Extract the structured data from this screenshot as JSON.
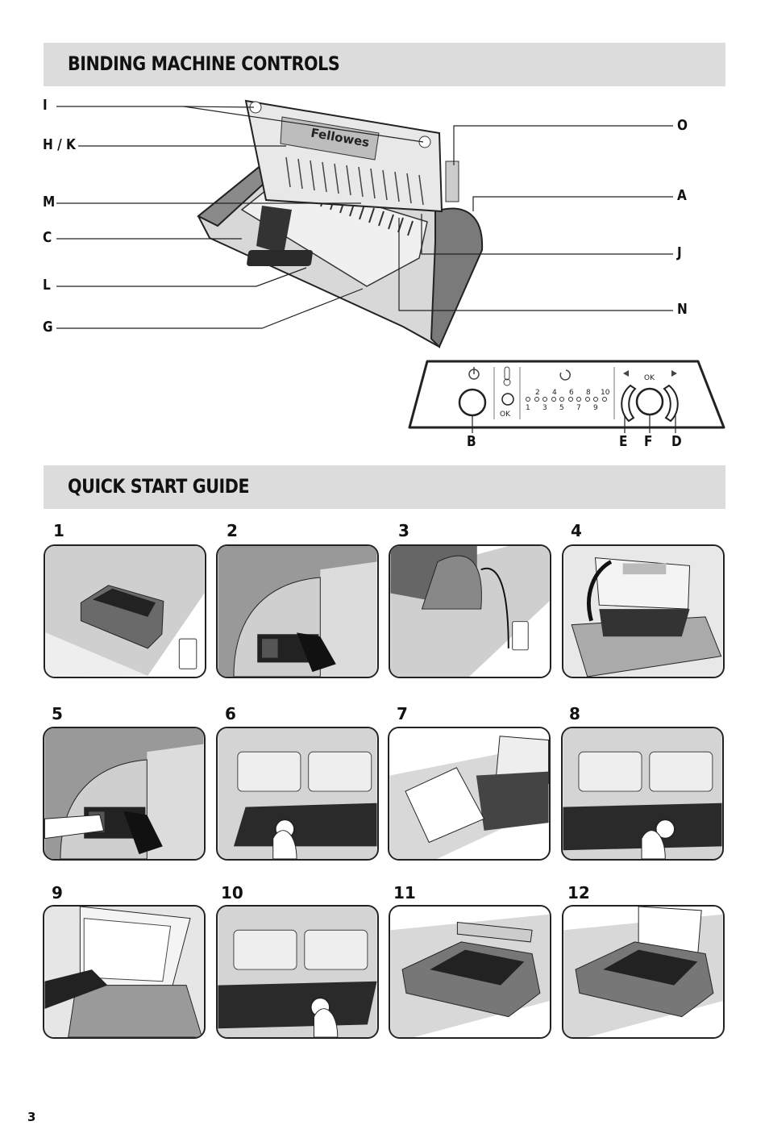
{
  "sections": {
    "controls_title": "BINDING MACHINE CONTROLS",
    "quick_start_title": "QUICK START GUIDE"
  },
  "callouts": {
    "I": "I",
    "HK": "H / K",
    "M": "M",
    "C": "C",
    "L": "L",
    "G": "G",
    "O": "O",
    "A": "A",
    "J": "J",
    "N": "N",
    "B": "B",
    "E": "E",
    "F": "F",
    "D": "D"
  },
  "brand": "Fellowes",
  "control_panel": {
    "ok": "OK",
    "top_numbers": [
      "2",
      "4",
      "6",
      "8",
      "10"
    ],
    "bottom_numbers": [
      "1",
      "3",
      "5",
      "7",
      "9"
    ]
  },
  "steps": [
    {
      "num": "1"
    },
    {
      "num": "2"
    },
    {
      "num": "3"
    },
    {
      "num": "4"
    },
    {
      "num": "5"
    },
    {
      "num": "6"
    },
    {
      "num": "7"
    },
    {
      "num": "8"
    },
    {
      "num": "9"
    },
    {
      "num": "10"
    },
    {
      "num": "11"
    },
    {
      "num": "12"
    }
  ],
  "page_number": "3",
  "icons": [
    "power-icon",
    "temperature-icon",
    "cycle-icon",
    "arrow-left-icon",
    "arrow-right-icon"
  ]
}
